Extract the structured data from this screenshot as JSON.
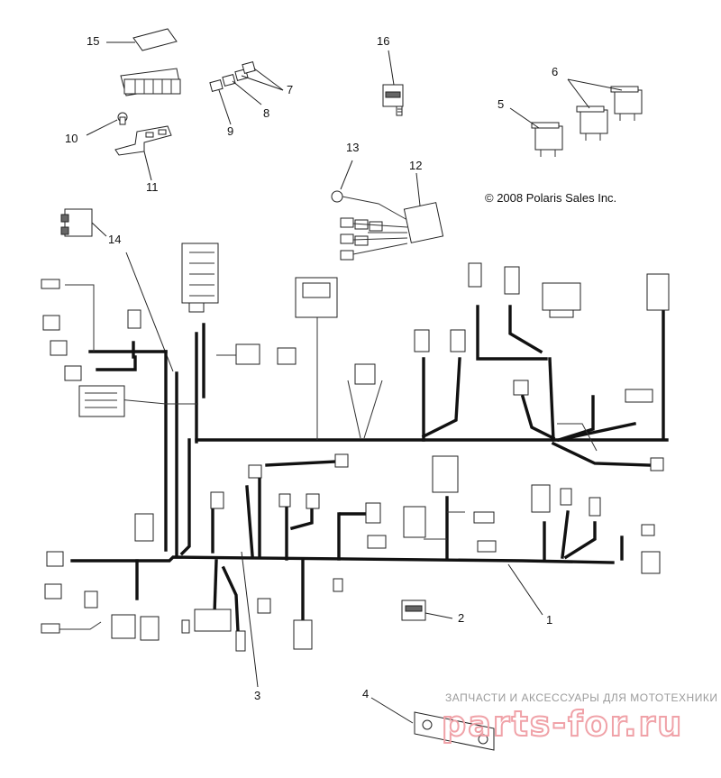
{
  "copyright": "© 2008 Polaris Sales Inc.",
  "watermark": {
    "top_text": "ЗАПЧАСТИ И АКСЕССУАРЫ ДЛЯ МОТОТЕХНИКИ",
    "logo_text": "parts-for.ru"
  },
  "callouts": [
    {
      "id": "callout-1",
      "label": "1"
    },
    {
      "id": "callout-2",
      "label": "2"
    },
    {
      "id": "callout-3",
      "label": "3"
    },
    {
      "id": "callout-4",
      "label": "4"
    },
    {
      "id": "callout-5",
      "label": "5"
    },
    {
      "id": "callout-6",
      "label": "6"
    },
    {
      "id": "callout-7",
      "label": "7"
    },
    {
      "id": "callout-8",
      "label": "8"
    },
    {
      "id": "callout-9",
      "label": "9"
    },
    {
      "id": "callout-10",
      "label": "10"
    },
    {
      "id": "callout-11",
      "label": "11"
    },
    {
      "id": "callout-12",
      "label": "12"
    },
    {
      "id": "callout-13",
      "label": "13"
    },
    {
      "id": "callout-14",
      "label": "14"
    },
    {
      "id": "callout-15",
      "label": "15"
    },
    {
      "id": "callout-16",
      "label": "16"
    }
  ],
  "colors": {
    "wire": "#111111",
    "line_art": "#222222",
    "watermark_logo": "#f0a2a8",
    "watermark_text": "#9a9a9a"
  }
}
